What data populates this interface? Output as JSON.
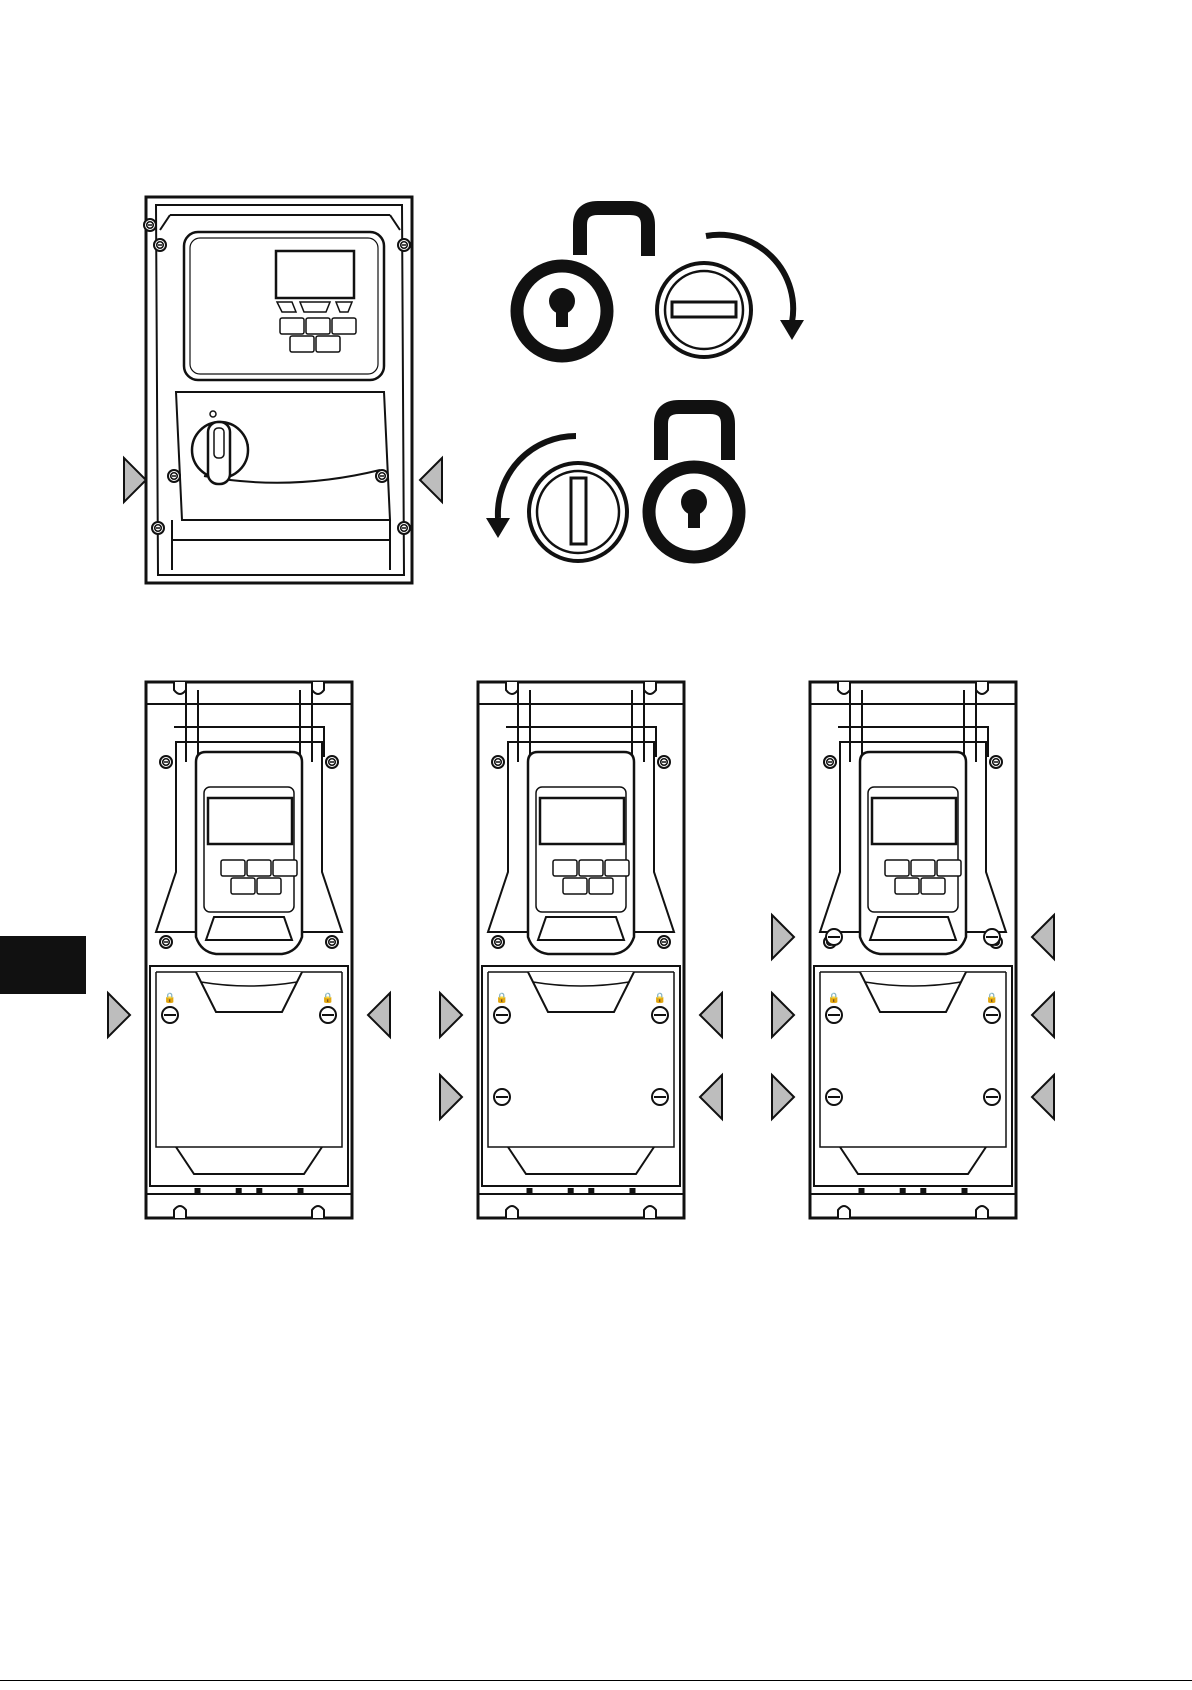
{
  "colors": {
    "stroke": "#111111",
    "arrow_fill": "#bdbdbd",
    "tab": "#111111"
  },
  "figure_top": {
    "device": "inverter-with-isolator-cover",
    "icons": [
      "unlock-icon",
      "turn-clockwise-icon",
      "turn-counterclockwise-icon",
      "lock-icon"
    ]
  },
  "figure_bottom": {
    "variants": [
      {
        "id": "variant-1",
        "screws_per_side": 1
      },
      {
        "id": "variant-2",
        "screws_per_side": 2
      },
      {
        "id": "variant-3",
        "screws_per_side": 3
      }
    ]
  }
}
